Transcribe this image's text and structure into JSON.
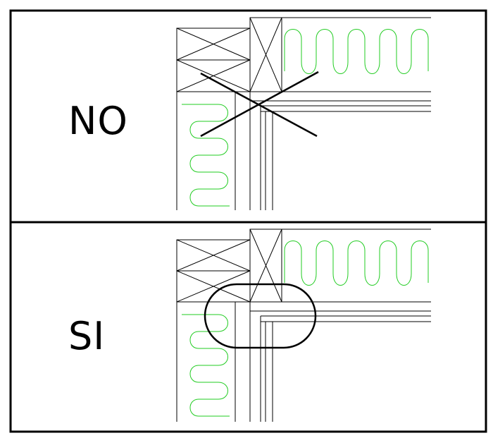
{
  "panels": [
    {
      "id": "top",
      "label": "NO",
      "verdict": "incorrect"
    },
    {
      "id": "bottom",
      "label": "SI",
      "verdict": "correct"
    }
  ],
  "colors": {
    "line": "#000000",
    "insulation": "#22cc22",
    "background": "#ffffff"
  },
  "icons": {
    "wrong_mark": "cross-mark-icon",
    "correct_mark": "highlight-oval-icon"
  }
}
